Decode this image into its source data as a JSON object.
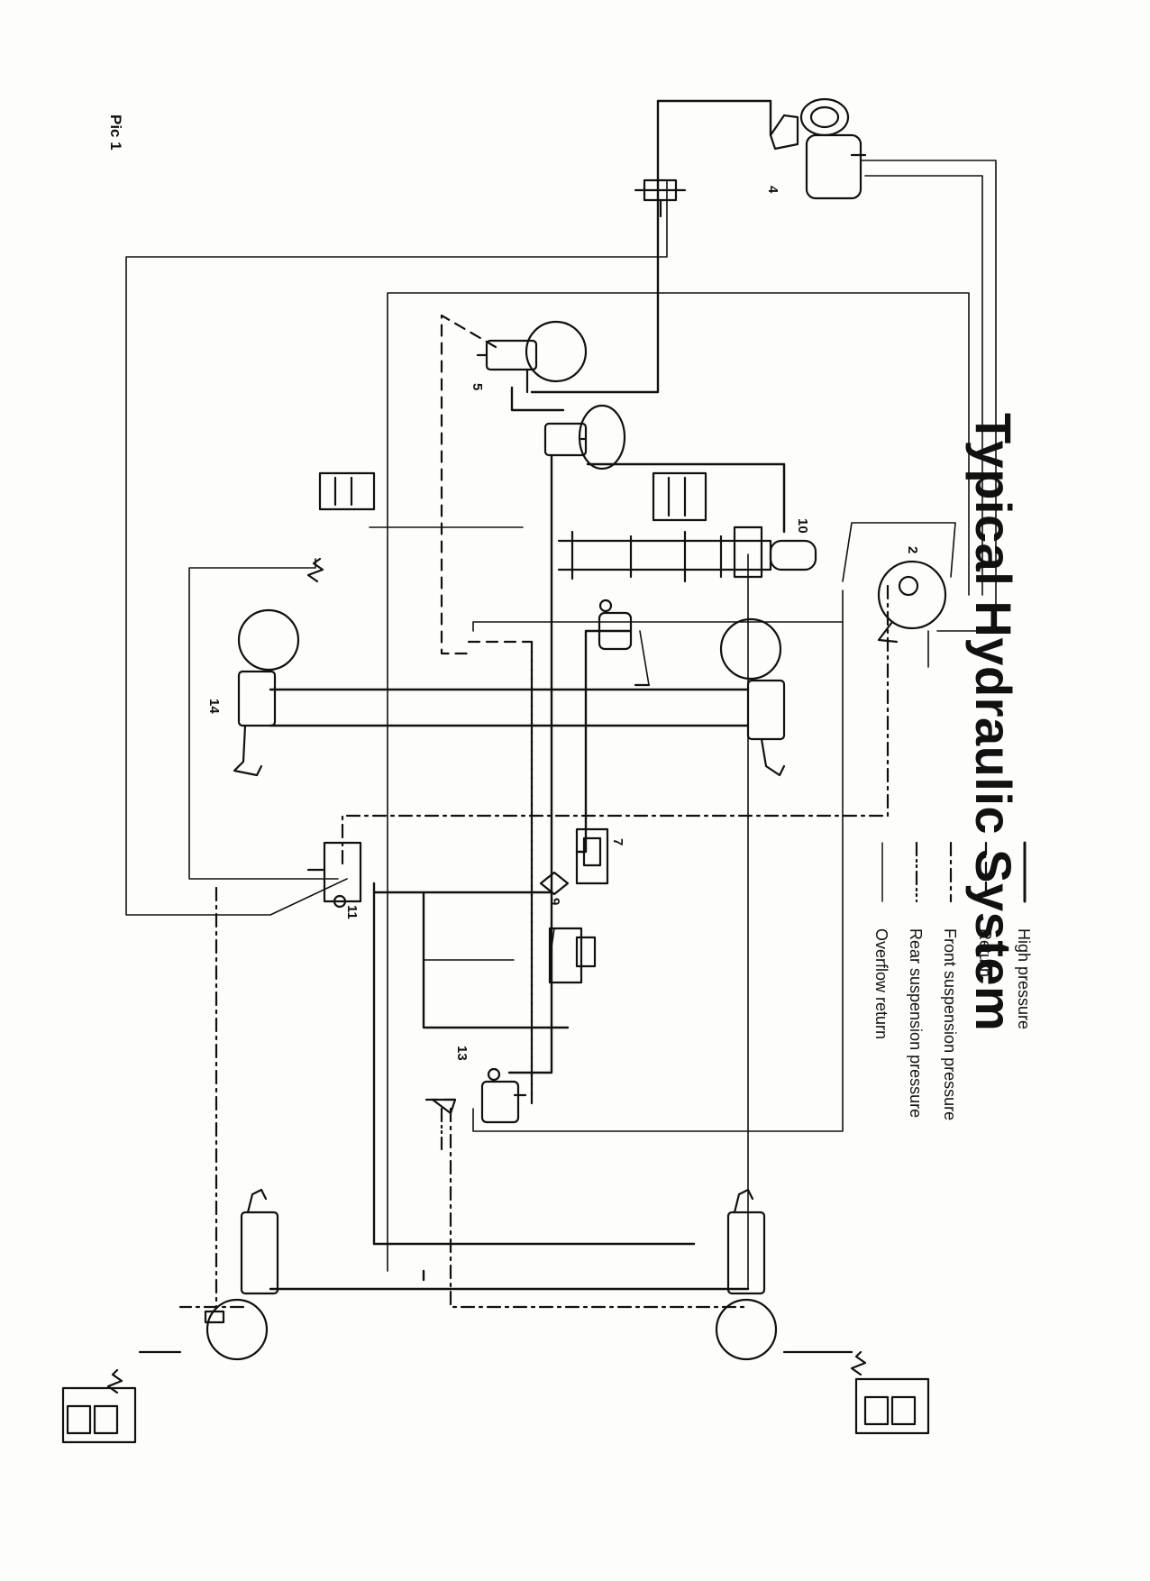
{
  "page": {
    "pic_label": "Pic 1",
    "title": "Typical Hydraulic System"
  },
  "legend": [
    {
      "label": "High pressure",
      "style": "solid"
    },
    {
      "label": "Return",
      "style": "dash"
    },
    {
      "label": "Front suspension pressure",
      "style": "dashdot"
    },
    {
      "label": "Rear suspension pressure",
      "style": "dashdotdot"
    },
    {
      "label": "Overflow return",
      "style": "thin"
    }
  ],
  "components": {
    "n2": "2",
    "n4": "4",
    "n5": "5",
    "n7": "7",
    "n9": "9",
    "n10": "10",
    "n11": "11",
    "n13": "13",
    "n14": "14"
  },
  "colors": {
    "ink": "#111111",
    "paper": "#fdfdfb"
  }
}
